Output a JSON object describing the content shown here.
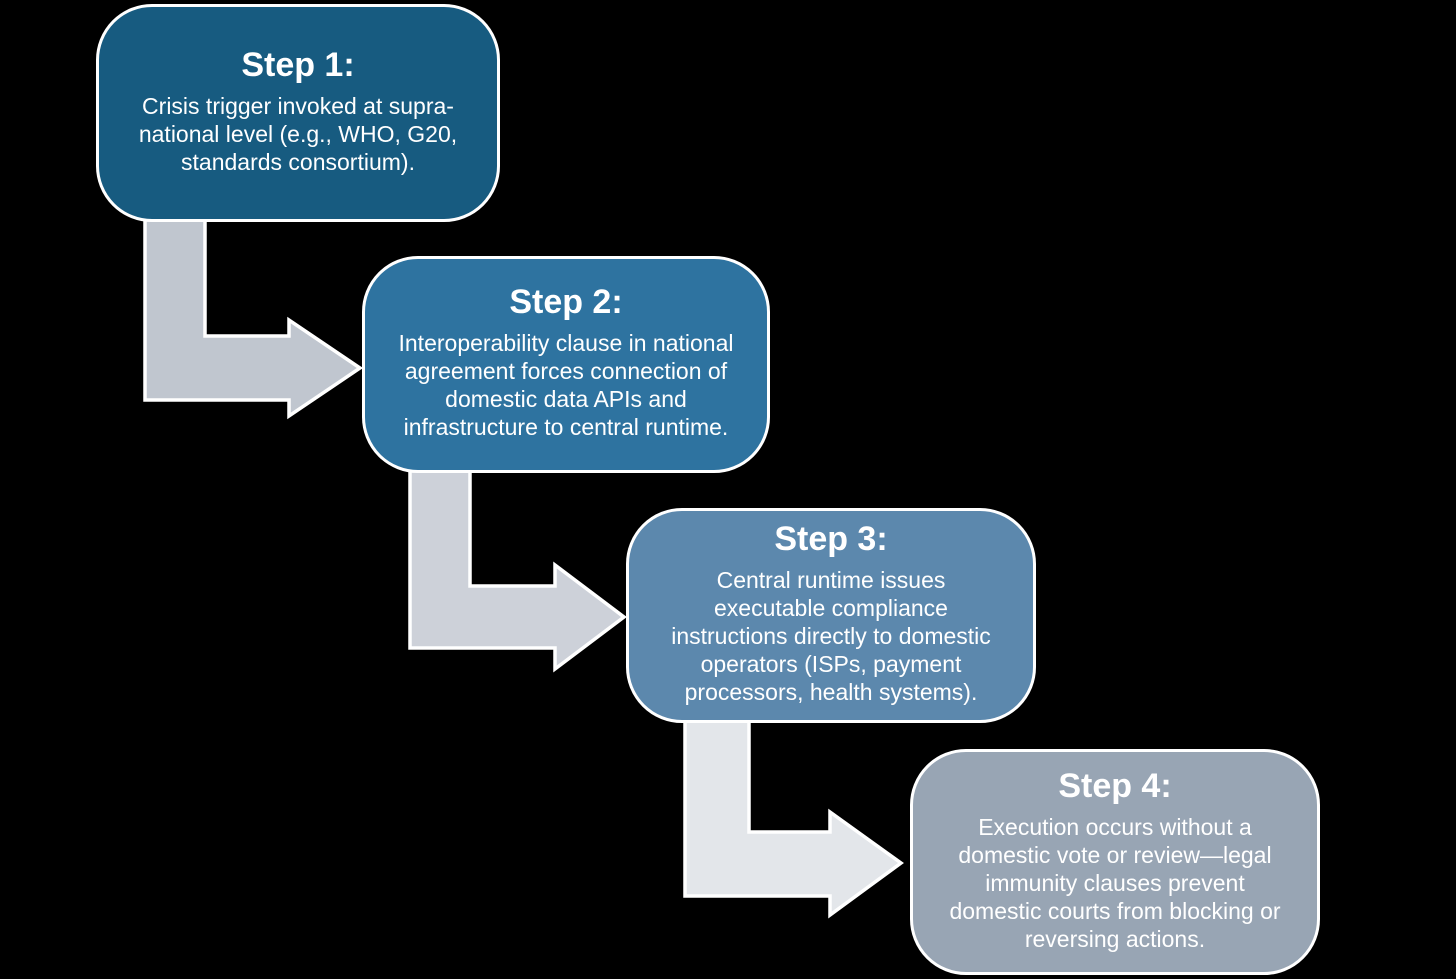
{
  "background_color": "#000000",
  "diagram": {
    "type": "process-flow",
    "text_color": "#FFFFFF",
    "border_color": "#FFFFFF",
    "steps": [
      {
        "title": "Step 1:",
        "body": "Crisis trigger invoked at supra-\nnational level (e.g., WHO, G20,\nstandards consortium).",
        "fill": "#175B80"
      },
      {
        "title": "Step 2:",
        "body": "Interoperability clause in national\nagreement forces connection of\ndomestic data APIs and\ninfrastructure to central runtime.",
        "fill": "#2E73A0"
      },
      {
        "title": "Step 3:",
        "body": "Central runtime issues\nexecutable compliance\ninstructions directly to domestic\noperators (ISPs, payment\nprocessors, health systems).",
        "fill": "#5C88AD"
      },
      {
        "title": "Step 4:",
        "body": "Execution occurs without a\ndomestic vote or review—legal\nimmunity clauses prevent\ndomestic courts from blocking or\nreversing actions.",
        "fill": "#98A5B4"
      }
    ],
    "arrow_colors": [
      "#C0C6CF",
      "#CDD1D9",
      "#E3E6EA"
    ]
  }
}
